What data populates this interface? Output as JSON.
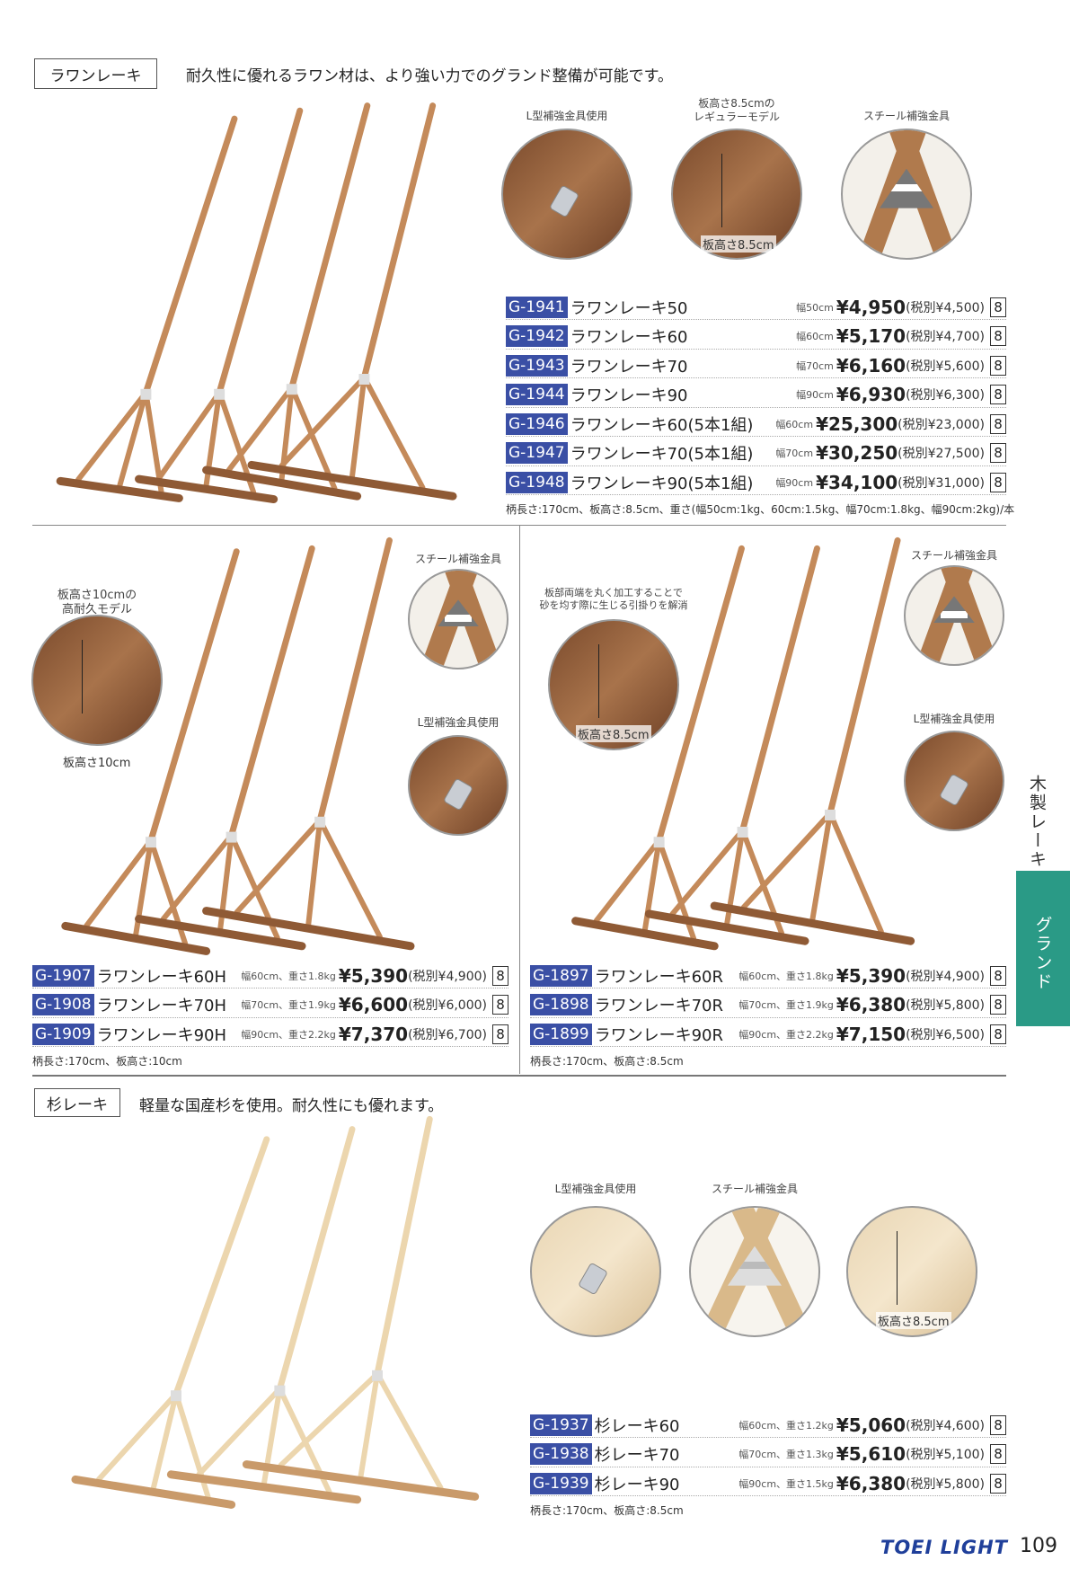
{
  "sections": {
    "lauan": {
      "label": "ラワンレーキ",
      "tagline": "耐久性に優れるラワン材は、より強い力でのグランド整備が可能です。"
    },
    "sugi": {
      "label": "杉レーキ",
      "tagline": "軽量な国産杉を使用。耐久性にも優れます。"
    }
  },
  "top_details": [
    {
      "caption": "L型補強金具使用",
      "kind": "lbracket"
    },
    {
      "caption": "板高さ8.5cmの\nレギュラーモデル",
      "kind": "height",
      "measure": "板高さ8.5cm"
    },
    {
      "caption": "スチール補強金具",
      "kind": "steel"
    }
  ],
  "top_products": [
    {
      "code": "G-1941",
      "name": "ラワンレーキ50",
      "spec": "幅50cm",
      "price": "¥4,950",
      "ex": "(税別¥4,500)",
      "qty": "8"
    },
    {
      "code": "G-1942",
      "name": "ラワンレーキ60",
      "spec": "幅60cm",
      "price": "¥5,170",
      "ex": "(税別¥4,700)",
      "qty": "8"
    },
    {
      "code": "G-1943",
      "name": "ラワンレーキ70",
      "spec": "幅70cm",
      "price": "¥6,160",
      "ex": "(税別¥5,600)",
      "qty": "8"
    },
    {
      "code": "G-1944",
      "name": "ラワンレーキ90",
      "spec": "幅90cm",
      "price": "¥6,930",
      "ex": "(税別¥6,300)",
      "qty": "8"
    },
    {
      "code": "G-1946",
      "name": "ラワンレーキ60(5本1組)",
      "spec": "幅60cm",
      "price": "¥25,300",
      "ex": "(税別¥23,000)",
      "qty": "8"
    },
    {
      "code": "G-1947",
      "name": "ラワンレーキ70(5本1組)",
      "spec": "幅70cm",
      "price": "¥30,250",
      "ex": "(税別¥27,500)",
      "qty": "8"
    },
    {
      "code": "G-1948",
      "name": "ラワンレーキ90(5本1組)",
      "spec": "幅90cm",
      "price": "¥34,100",
      "ex": "(税別¥31,000)",
      "qty": "8"
    }
  ],
  "top_note": "柄長さ:170cm、板高さ:8.5cm、重さ(幅50cm:1kg、60cm:1.5kg、幅70cm:1.8kg、幅90cm:2kg)/本",
  "h_details": {
    "height_caption": "板高さ10cmの\n高耐久モデル",
    "height_measure": "板高さ10cm",
    "steel_caption": "スチール補強金具",
    "l_caption": "L型補強金具使用"
  },
  "h_products": [
    {
      "code": "G-1907",
      "name": "ラワンレーキ60H",
      "spec": "幅60cm、重さ1.8kg",
      "price": "¥5,390",
      "ex": "(税別¥4,900)",
      "qty": "8"
    },
    {
      "code": "G-1908",
      "name": "ラワンレーキ70H",
      "spec": "幅70cm、重さ1.9kg",
      "price": "¥6,600",
      "ex": "(税別¥6,000)",
      "qty": "8"
    },
    {
      "code": "G-1909",
      "name": "ラワンレーキ90H",
      "spec": "幅90cm、重さ2.2kg",
      "price": "¥7,370",
      "ex": "(税別¥6,700)",
      "qty": "8"
    }
  ],
  "h_note": "柄長さ:170cm、板高さ:10cm",
  "r_details": {
    "height_caption": "板部両端を丸く加工することで\n砂を均す際に生じる引掛りを解消",
    "height_measure": "板高さ8.5cm",
    "steel_caption": "スチール補強金具",
    "l_caption": "L型補強金具使用"
  },
  "r_products": [
    {
      "code": "G-1897",
      "name": "ラワンレーキ60R",
      "spec": "幅60cm、重さ1.8kg",
      "price": "¥5,390",
      "ex": "(税別¥4,900)",
      "qty": "8"
    },
    {
      "code": "G-1898",
      "name": "ラワンレーキ70R",
      "spec": "幅70cm、重さ1.9kg",
      "price": "¥6,380",
      "ex": "(税別¥5,800)",
      "qty": "8"
    },
    {
      "code": "G-1899",
      "name": "ラワンレーキ90R",
      "spec": "幅90cm、重さ2.2kg",
      "price": "¥7,150",
      "ex": "(税別¥6,500)",
      "qty": "8"
    }
  ],
  "r_note": "柄長さ:170cm、板高さ:8.5cm",
  "sugi_details": {
    "l_caption": "L型補強金具使用",
    "steel_caption": "スチール補強金具",
    "height_measure": "板高さ8.5cm"
  },
  "sugi_products": [
    {
      "code": "G-1937",
      "name": "杉レーキ60",
      "spec": "幅60cm、重さ1.2kg",
      "price": "¥5,060",
      "ex": "(税別¥4,600)",
      "qty": "8"
    },
    {
      "code": "G-1938",
      "name": "杉レーキ70",
      "spec": "幅70cm、重さ1.3kg",
      "price": "¥5,610",
      "ex": "(税別¥5,100)",
      "qty": "8"
    },
    {
      "code": "G-1939",
      "name": "杉レーキ90",
      "spec": "幅90cm、重さ1.5kg",
      "price": "¥6,380",
      "ex": "(税別¥5,800)",
      "qty": "8"
    }
  ],
  "sugi_note": "柄長さ:170cm、板高さ:8.5cm",
  "side": {
    "category": "木製レーキ",
    "tab": "グランド"
  },
  "footer": {
    "brand": "TOEI LIGHT",
    "page": "109"
  },
  "colors": {
    "code_badge": "#3a4fa5",
    "side_tab": "#2a9a86",
    "brand": "#1f3f9a"
  }
}
